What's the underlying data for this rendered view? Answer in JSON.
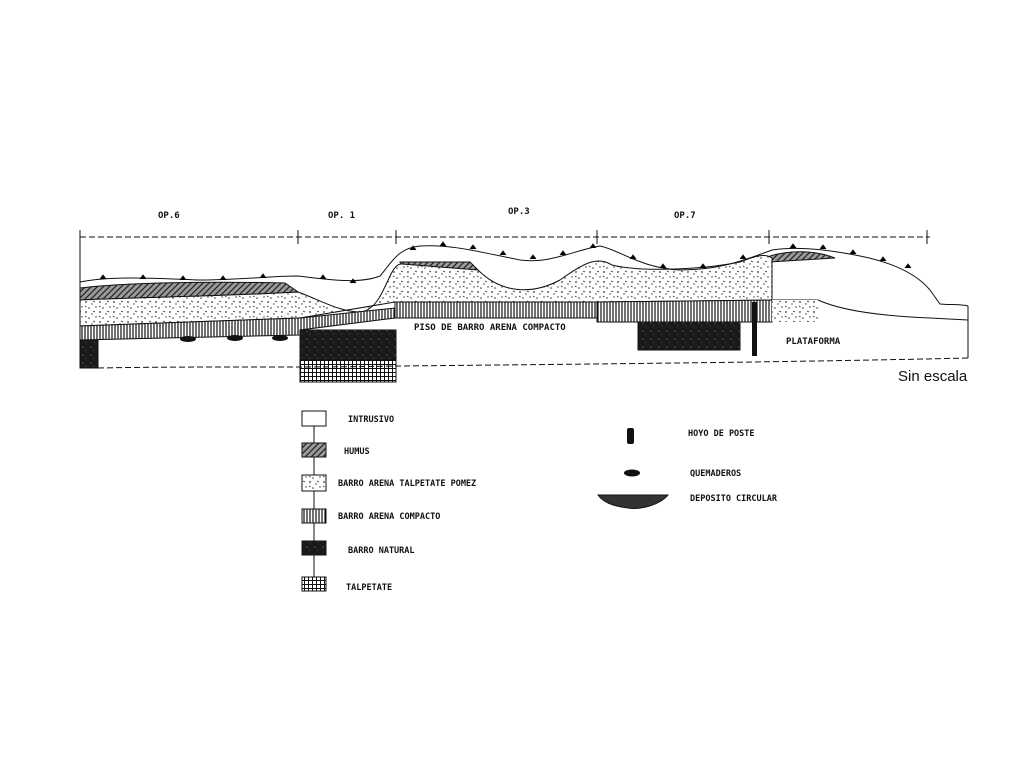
{
  "operations": [
    "OP.6",
    "OP. 1",
    "OP.3",
    "OP.7"
  ],
  "profile_labels": {
    "piso": "PISO DE BARRO ARENA COMPACTO",
    "plataforma": "PLATAFORMA"
  },
  "scale_note": "Sin escala",
  "legend_left": [
    {
      "key": "intrusivo",
      "label": "INTRUSIVO"
    },
    {
      "key": "humus",
      "label": "HUMUS"
    },
    {
      "key": "barro-arena-talpetate-pomez",
      "label": "BARRO ARENA TALPETATE POMEZ"
    },
    {
      "key": "barro-arena-compacto",
      "label": "BARRO ARENA COMPACTO"
    },
    {
      "key": "barro-natural",
      "label": "BARRO NATURAL"
    },
    {
      "key": "talpetate",
      "label": "TALPETATE"
    }
  ],
  "legend_right": [
    {
      "key": "hoyo-de-poste",
      "label": "HOYO DE POSTE"
    },
    {
      "key": "quemaderos",
      "label": "QUEMADEROS"
    },
    {
      "key": "deposito-circular",
      "label": "DEPOSITO CIRCULAR"
    }
  ],
  "colors": {
    "ink": "#111111",
    "paper": "#ffffff"
  }
}
